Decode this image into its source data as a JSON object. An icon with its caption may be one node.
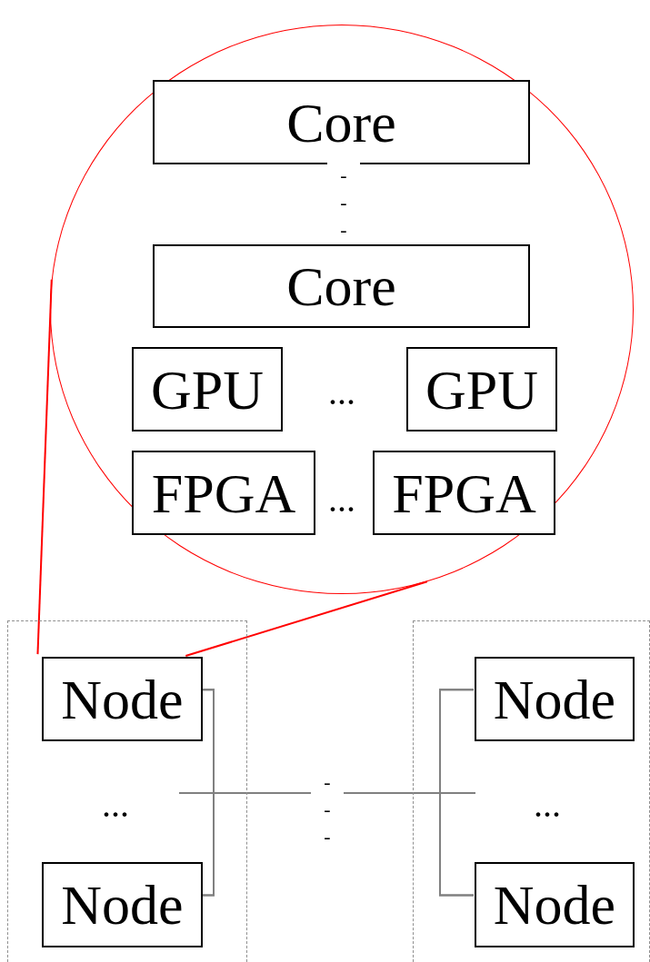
{
  "diagram": {
    "nodes": [
      {
        "text": [],
        "shape": "circle"
      },
      {
        "text": [
          "Core"
        ],
        "in": 0
      },
      {
        "text": [
          "Core"
        ],
        "in": 0
      },
      {
        "text": [
          "GPU"
        ],
        "in": 0
      },
      {
        "text": [
          "GPU"
        ],
        "in": 0
      },
      {
        "text": [
          "FPGA"
        ],
        "in": 0
      },
      {
        "text": [
          "FPGA"
        ],
        "in": 0
      },
      {
        "text": [],
        "shape": "box"
      },
      {
        "text": [
          "Node"
        ],
        "in": 7
      },
      {
        "text": [
          "Node"
        ],
        "in": 7
      },
      {
        "text": [],
        "shape": "box"
      },
      {
        "text": [
          "Node"
        ],
        "in": 10
      },
      {
        "text": [
          "Node"
        ],
        "in": 10
      }
    ],
    "edges": [
      {
        "from": 0,
        "to": 8,
        "arrow": "none",
        "color": "#ff0000"
      },
      {
        "from": 0,
        "to": 8,
        "arrow": "none",
        "color": "#ff0000"
      },
      {
        "from": 8,
        "to": 11,
        "arrow": "none"
      },
      {
        "from": 8,
        "to": 12,
        "arrow": "none"
      },
      {
        "from": 9,
        "to": 11,
        "arrow": "none"
      },
      {
        "from": 9,
        "to": 12,
        "arrow": "none"
      }
    ],
    "labels": [
      "- - -",
      "...",
      "...",
      "...",
      "- - -",
      "..."
    ]
  }
}
